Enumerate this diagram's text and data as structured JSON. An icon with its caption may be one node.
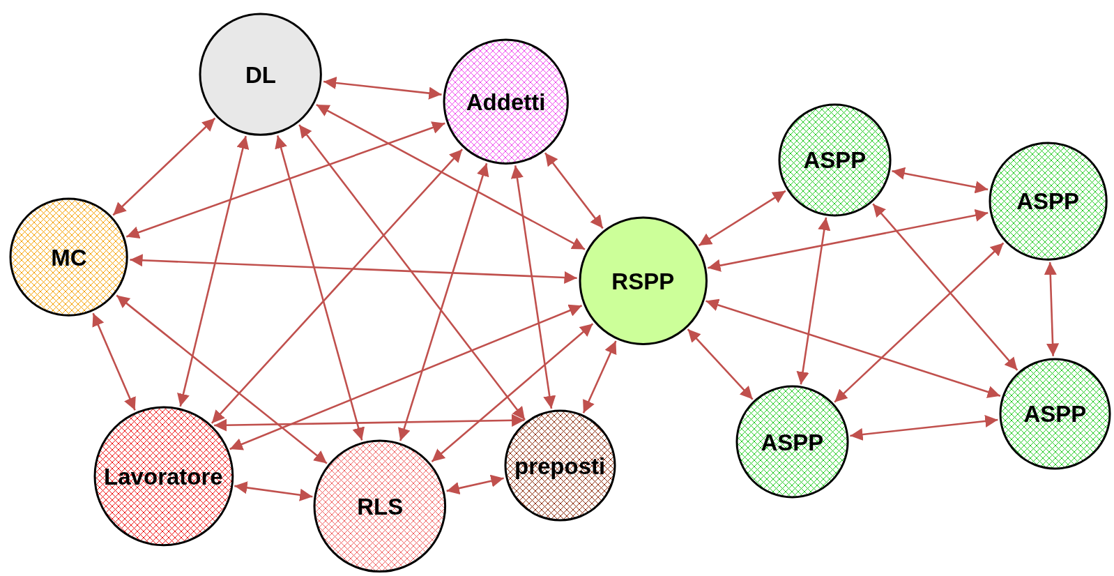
{
  "diagram": {
    "nodes": [
      {
        "text": [
          "DL"
        ]
      },
      {
        "text": [
          "Addetti"
        ]
      },
      {
        "text": [
          "MC"
        ]
      },
      {
        "text": [
          "RSPP"
        ]
      },
      {
        "text": [
          "ASPP"
        ]
      },
      {
        "text": [
          "ASPP"
        ]
      },
      {
        "text": [
          "Lavoratore"
        ]
      },
      {
        "text": [
          "RLS"
        ]
      },
      {
        "text": [
          "preposti"
        ]
      },
      {
        "text": [
          "ASPP"
        ]
      },
      {
        "text": [
          "ASPP"
        ]
      }
    ],
    "edges": [
      {
        "from": 0,
        "to": 1,
        "arrow": "both"
      },
      {
        "from": 0,
        "to": 2,
        "arrow": "both"
      },
      {
        "from": 0,
        "to": 6,
        "arrow": "both"
      },
      {
        "from": 0,
        "to": 7,
        "arrow": "both"
      },
      {
        "from": 0,
        "to": 8,
        "arrow": "both"
      },
      {
        "from": 0,
        "to": 3,
        "arrow": "both"
      },
      {
        "from": 1,
        "to": 2,
        "arrow": "both"
      },
      {
        "from": 1,
        "to": 6,
        "arrow": "both"
      },
      {
        "from": 1,
        "to": 7,
        "arrow": "both"
      },
      {
        "from": 1,
        "to": 8,
        "arrow": "both"
      },
      {
        "from": 1,
        "to": 3,
        "arrow": "both"
      },
      {
        "from": 2,
        "to": 3,
        "arrow": "both"
      },
      {
        "from": 2,
        "to": 6,
        "arrow": "both"
      },
      {
        "from": 2,
        "to": 7,
        "arrow": "both"
      },
      {
        "from": 6,
        "to": 3,
        "arrow": "both"
      },
      {
        "from": 6,
        "to": 8,
        "arrow": "both"
      },
      {
        "from": 6,
        "to": 7,
        "arrow": "both"
      },
      {
        "from": 7,
        "to": 3,
        "arrow": "both"
      },
      {
        "from": 7,
        "to": 8,
        "arrow": "both"
      },
      {
        "from": 8,
        "to": 3,
        "arrow": "both"
      },
      {
        "from": 3,
        "to": 4,
        "arrow": "both"
      },
      {
        "from": 3,
        "to": 5,
        "arrow": "both"
      },
      {
        "from": 3,
        "to": 9,
        "arrow": "both"
      },
      {
        "from": 3,
        "to": 10,
        "arrow": "both"
      },
      {
        "from": 4,
        "to": 5,
        "arrow": "both"
      },
      {
        "from": 4,
        "to": 10,
        "arrow": "both"
      },
      {
        "from": 4,
        "to": 9,
        "arrow": "both"
      },
      {
        "from": 5,
        "to": 9,
        "arrow": "both"
      },
      {
        "from": 5,
        "to": 10,
        "arrow": "both"
      },
      {
        "from": 9,
        "to": 10,
        "arrow": "both"
      }
    ]
  }
}
